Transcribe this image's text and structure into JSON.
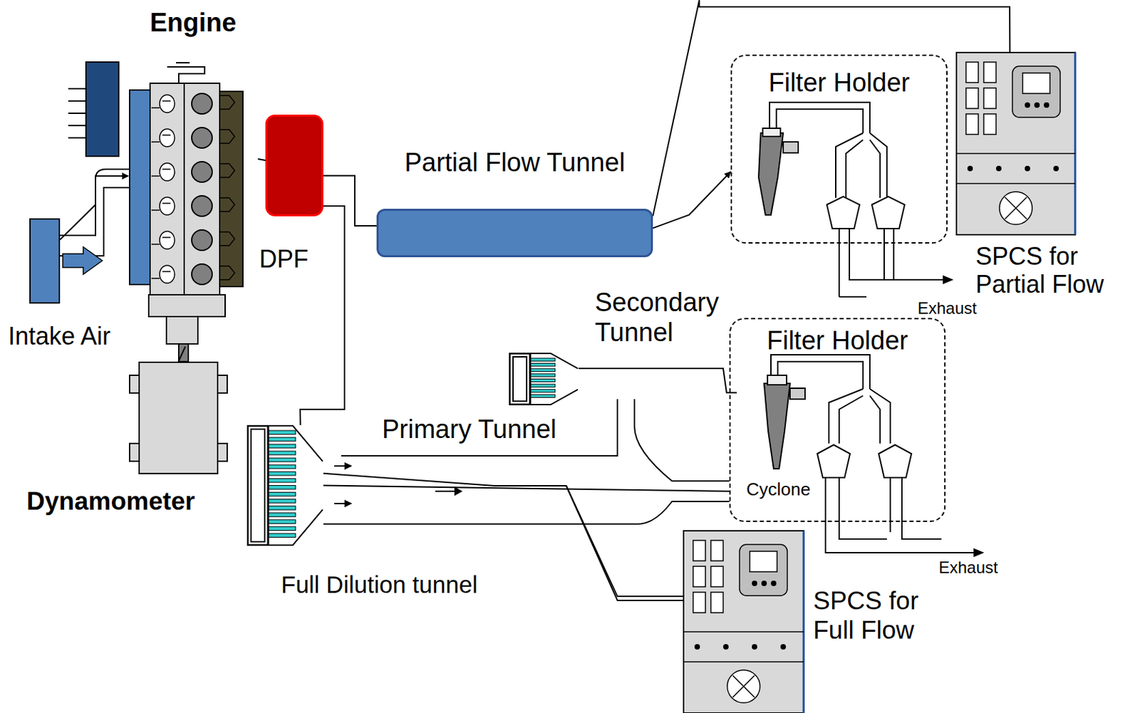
{
  "diagram": {
    "nodes": [
      {
        "text": [
          "Engine"
        ]
      },
      {
        "text": [
          "Intake Air"
        ]
      },
      {
        "text": [
          "Dynamometer"
        ]
      },
      {
        "text": [
          "DPF"
        ]
      },
      {
        "text": [
          "Partial Flow Tunnel"
        ]
      },
      {
        "text": [
          "Filter Holder"
        ]
      },
      {
        "text": [
          "SPCS for Partial Flow"
        ]
      },
      {
        "text": [
          "Secondary Tunnel"
        ]
      },
      {
        "text": [
          "Filter Holder"
        ]
      },
      {
        "text": [
          "Cyclone"
        ],
        "in": 8
      },
      {
        "text": [
          "Full Dilution tunnel"
        ]
      },
      {
        "text": [
          "SPCS for Full Flow"
        ]
      }
    ],
    "edges": [
      {
        "from": 1,
        "to": 0,
        "arrow": "to"
      },
      {
        "from": 0,
        "to": 2,
        "arrow": "none"
      },
      {
        "from": 0,
        "to": 3,
        "arrow": "none"
      },
      {
        "from": 3,
        "to": 4,
        "arrow": "none"
      },
      {
        "from": 4,
        "to": 5,
        "arrow": "to"
      },
      {
        "from": 4,
        "to": 6,
        "arrow": "none"
      },
      {
        "from": 3,
        "to": 10,
        "arrow": "none"
      },
      {
        "from": 7,
        "to": 9,
        "arrow": "none"
      },
      {
        "from": 10,
        "to": 8,
        "arrow": "none"
      },
      {
        "from": 10,
        "to": 11,
        "arrow": "none"
      }
    ],
    "labels": [
      "Primary Tunnel",
      "Exhaust",
      "Exhaust"
    ]
  }
}
